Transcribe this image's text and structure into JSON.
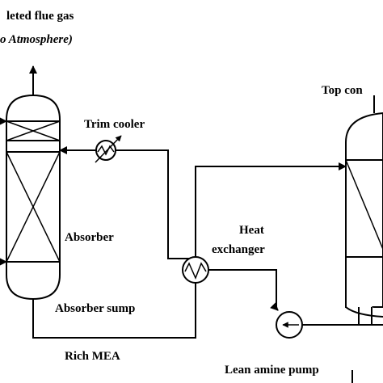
{
  "labels": {
    "flue_gas": "leted flue gas",
    "atmosphere": "o Atmosphere)",
    "top_condenser": "Top con",
    "trim_cooler": "Trim cooler",
    "heat": "Heat",
    "exchanger": "exchanger",
    "absorber": "Absorber",
    "absorber_sump": "Absorber sump",
    "rich_mea": "Rich MEA",
    "lean_amine_pump": "Lean amine pump"
  }
}
